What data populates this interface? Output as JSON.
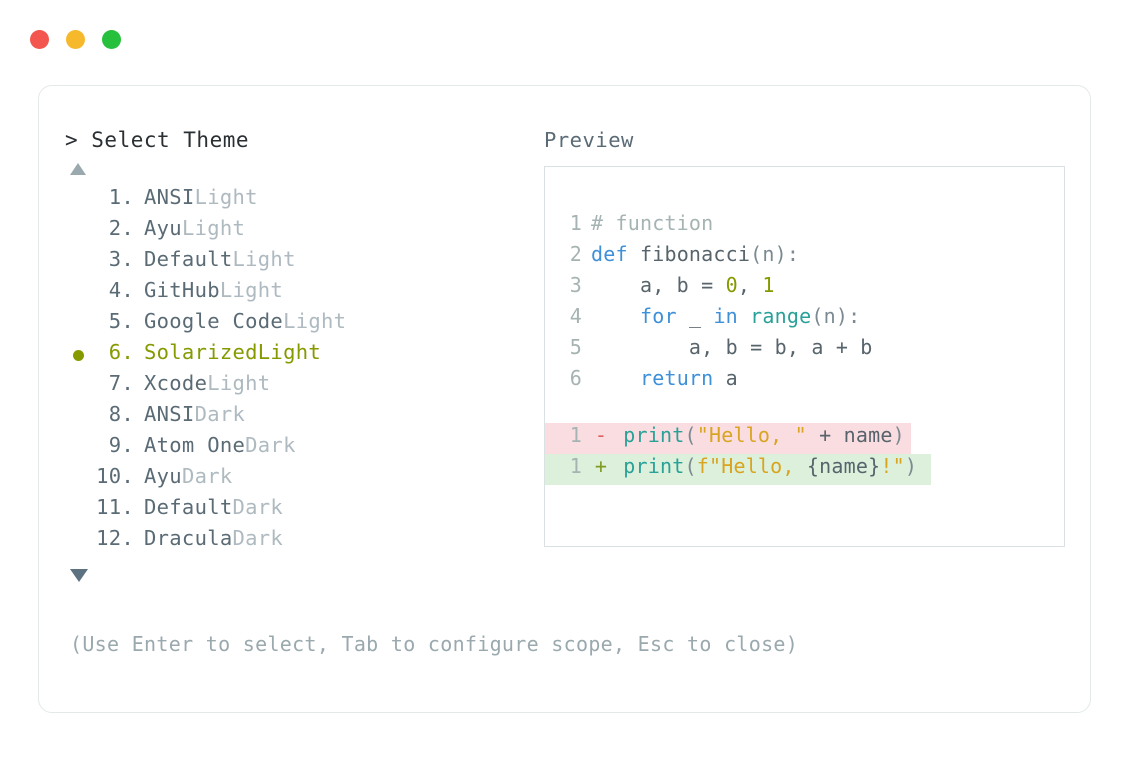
{
  "window": {
    "traffic_lights": [
      {
        "name": "close",
        "color": "#f2564f"
      },
      {
        "name": "minimize",
        "color": "#f7b92c"
      },
      {
        "name": "maximize",
        "color": "#27c03c"
      }
    ]
  },
  "left": {
    "prompt_title": "> Select Theme",
    "scroll_up_icon": "triangle-up-icon",
    "scroll_down_icon": "triangle-down-icon",
    "selected_index": 6,
    "selected_color": "#869a00",
    "themes": [
      {
        "num": " 1.",
        "name": "ANSI",
        "suffix": "Light",
        "selected": false
      },
      {
        "num": " 2.",
        "name": "Ayu",
        "suffix": "Light",
        "selected": false
      },
      {
        "num": " 3.",
        "name": "Default",
        "suffix": "Light",
        "selected": false
      },
      {
        "num": " 4.",
        "name": "GitHub",
        "suffix": "Light",
        "selected": false
      },
      {
        "num": " 5.",
        "name": "Google Code",
        "suffix": "Light",
        "selected": false
      },
      {
        "num": " 6.",
        "name": "Solarized",
        "suffix": "Light",
        "selected": true
      },
      {
        "num": " 7.",
        "name": "Xcode",
        "suffix": "Light",
        "selected": false
      },
      {
        "num": " 8.",
        "name": "ANSI",
        "suffix": "Dark",
        "selected": false
      },
      {
        "num": " 9.",
        "name": "Atom One",
        "suffix": "Dark",
        "selected": false
      },
      {
        "num": "10.",
        "name": "Ayu",
        "suffix": "Dark",
        "selected": false
      },
      {
        "num": "11.",
        "name": "Default",
        "suffix": "Dark",
        "selected": false
      },
      {
        "num": "12.",
        "name": "Dracula",
        "suffix": "Dark",
        "selected": false
      }
    ],
    "hint": "(Use Enter to select, Tab to configure scope, Esc to close)"
  },
  "right": {
    "preview_label": "Preview",
    "code_lines": [
      {
        "ln": "1",
        "tokens": [
          {
            "t": "# function",
            "c": "tok-comment"
          }
        ]
      },
      {
        "ln": "2",
        "tokens": [
          {
            "t": "def ",
            "c": "tok-kw"
          },
          {
            "t": "fibonacci",
            "c": "tok-plain"
          },
          {
            "t": "(n):",
            "c": "tok-punc"
          }
        ]
      },
      {
        "ln": "3",
        "tokens": [
          {
            "t": "    a, b = ",
            "c": "tok-plain"
          },
          {
            "t": "0",
            "c": "tok-num"
          },
          {
            "t": ", ",
            "c": "tok-plain"
          },
          {
            "t": "1",
            "c": "tok-num"
          }
        ]
      },
      {
        "ln": "4",
        "tokens": [
          {
            "t": "    ",
            "c": "tok-plain"
          },
          {
            "t": "for",
            "c": "tok-kw"
          },
          {
            "t": " _ ",
            "c": "tok-plain"
          },
          {
            "t": "in",
            "c": "tok-kw"
          },
          {
            "t": " ",
            "c": "tok-plain"
          },
          {
            "t": "range",
            "c": "tok-fn"
          },
          {
            "t": "(n):",
            "c": "tok-punc"
          }
        ]
      },
      {
        "ln": "5",
        "tokens": [
          {
            "t": "        a, b = b, a + b",
            "c": "tok-plain"
          }
        ]
      },
      {
        "ln": "6",
        "tokens": [
          {
            "t": "    ",
            "c": "tok-plain"
          },
          {
            "t": "return",
            "c": "tok-kw"
          },
          {
            "t": " a",
            "c": "tok-plain"
          }
        ]
      }
    ],
    "diff_lines": [
      {
        "ln": "1",
        "mark": "-",
        "kind": "del",
        "tokens": [
          {
            "t": "print",
            "c": "tok-fn"
          },
          {
            "t": "(",
            "c": "tok-punc"
          },
          {
            "t": "\"Hello, \"",
            "c": "tok-str"
          },
          {
            "t": " + ",
            "c": "tok-plain"
          },
          {
            "t": "name",
            "c": "tok-plain"
          },
          {
            "t": ")",
            "c": "tok-punc"
          }
        ]
      },
      {
        "ln": "1",
        "mark": "+",
        "kind": "add",
        "tokens": [
          {
            "t": "print",
            "c": "tok-fn"
          },
          {
            "t": "(",
            "c": "tok-punc"
          },
          {
            "t": "f",
            "c": "tok-str"
          },
          {
            "t": "\"Hello, ",
            "c": "tok-str"
          },
          {
            "t": "{name}",
            "c": "tok-plain"
          },
          {
            "t": "!\"",
            "c": "tok-str"
          },
          {
            "t": ")",
            "c": "tok-punc"
          }
        ]
      }
    ],
    "diff_colors": {
      "removed_bg": "#fadde0",
      "added_bg": "#dcf0dc"
    }
  }
}
